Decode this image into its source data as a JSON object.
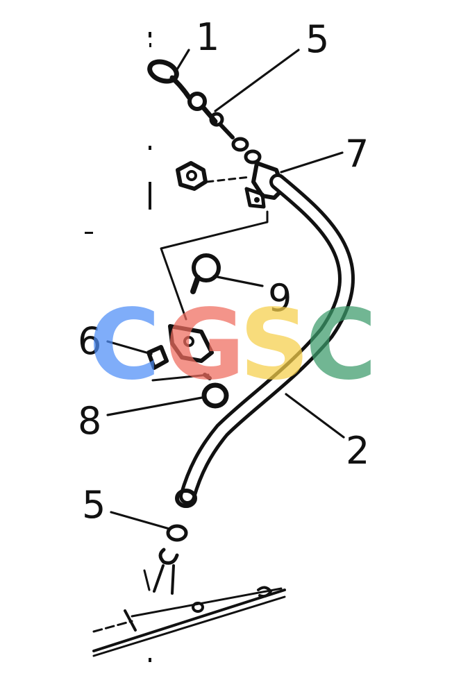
{
  "callouts": {
    "c1": "1",
    "c5_top": "5",
    "c7": "7",
    "c9": "9",
    "c6": "6",
    "c8": "8",
    "c2": "2",
    "c5_bottom": "5"
  },
  "watermark": {
    "letters": [
      "C",
      "G",
      "S",
      "C"
    ],
    "colors": [
      "#4f8ef7",
      "#ef6b5e",
      "#f6cf4a",
      "#3b9a6a"
    ]
  },
  "colors": {
    "ink": "#111111",
    "background": "#ffffff"
  }
}
